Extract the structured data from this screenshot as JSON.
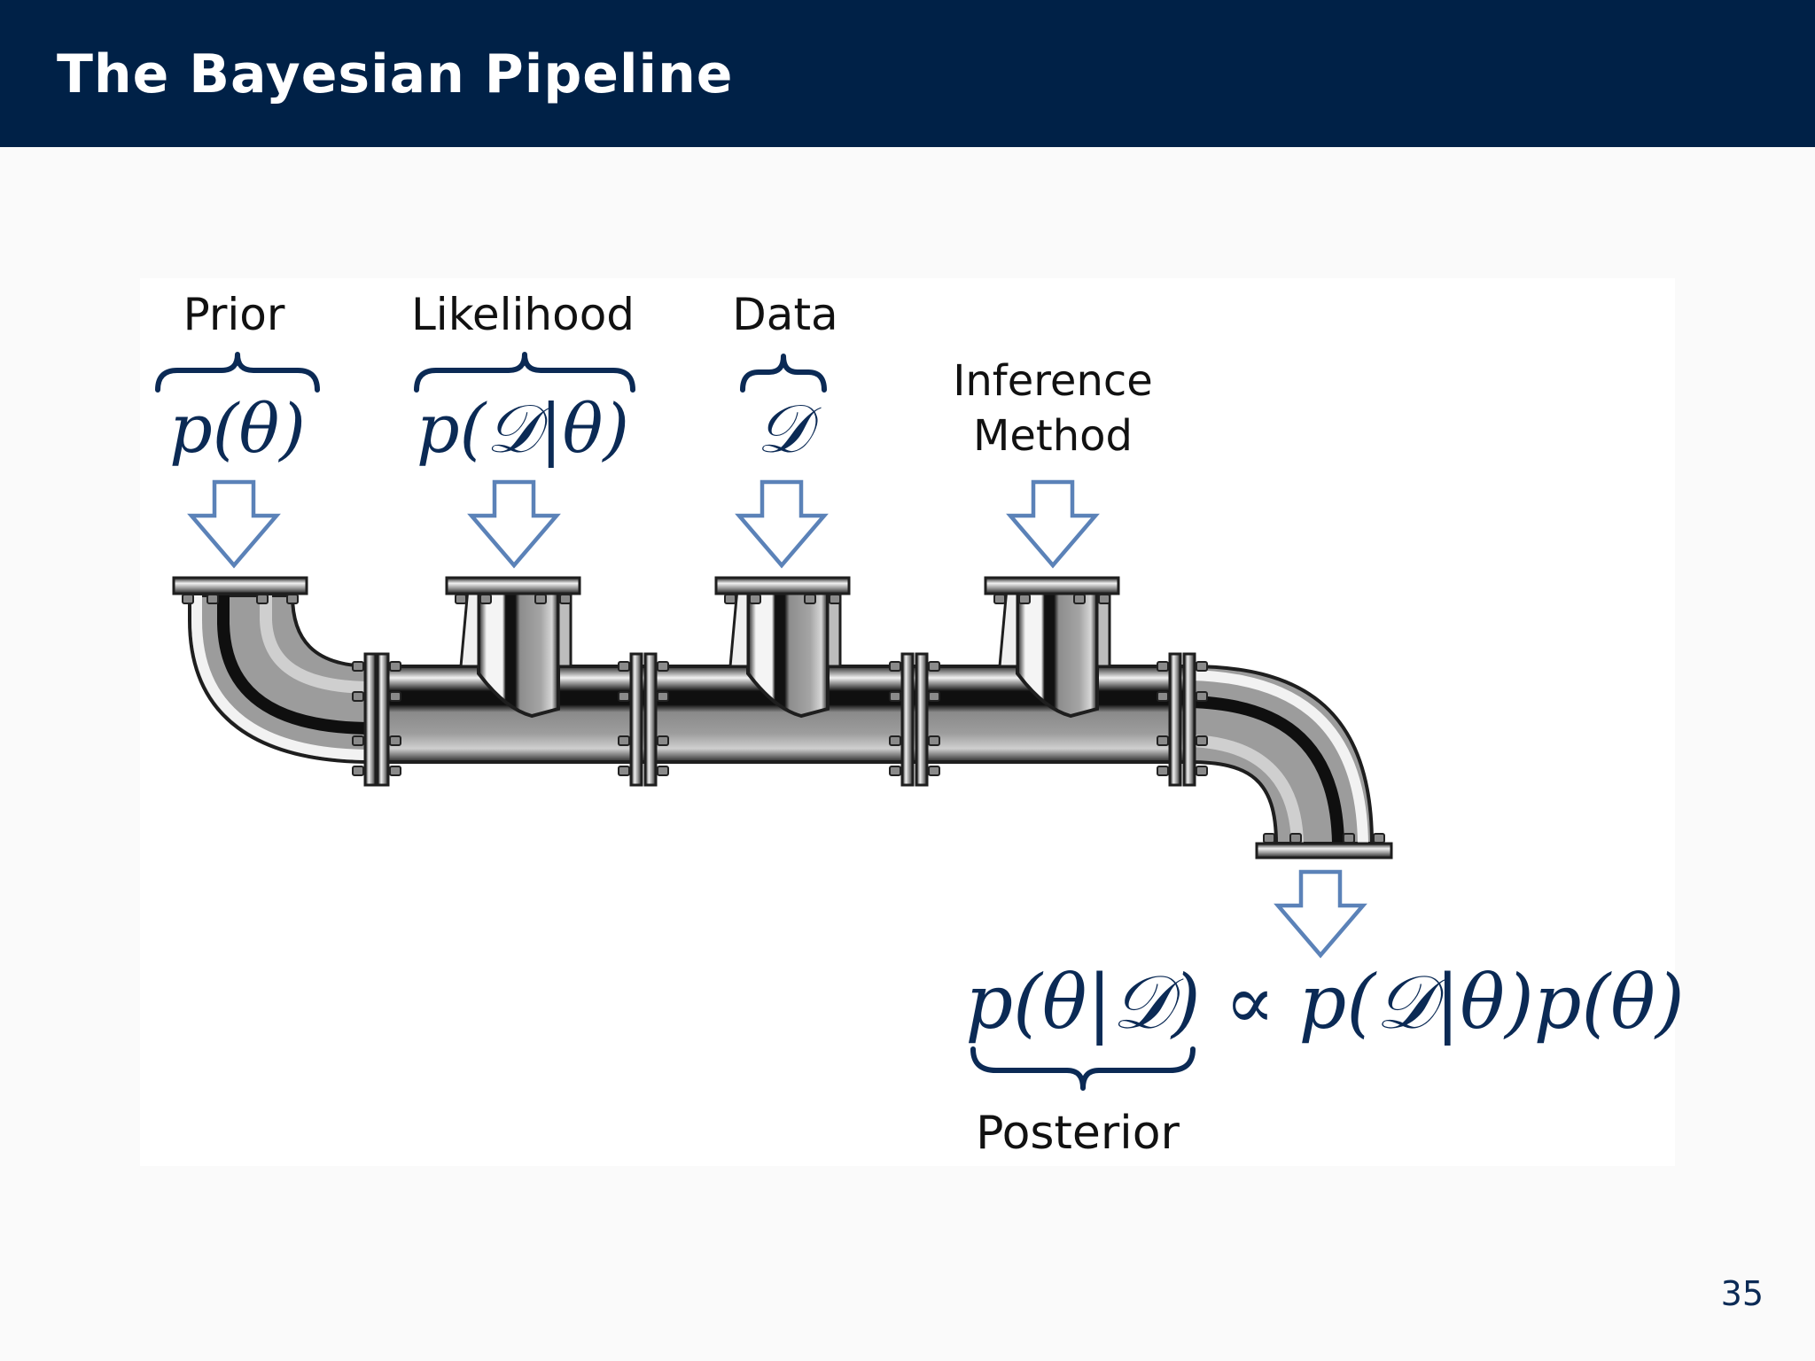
{
  "slide": {
    "title": "The Bayesian Pipeline",
    "page_number": "35"
  },
  "colors": {
    "title_bar": "#002147",
    "title_text": "#ffffff",
    "math_text": "#0b2a55",
    "arrow_stroke": "#5b82b8",
    "brace": "#0b2a55"
  },
  "inputs": [
    {
      "label": "Prior",
      "math": "p(θ)"
    },
    {
      "label": "Likelihood",
      "math": "p(𝒟|θ)"
    },
    {
      "label": "Data",
      "math": "𝒟"
    },
    {
      "label_lines": [
        "Inference",
        "Method"
      ]
    }
  ],
  "output": {
    "equation_posterior": "p(θ|𝒟)",
    "equation_rest": "∝ p(𝒟|θ)p(θ)",
    "label": "Posterior"
  },
  "icons": [
    "down-arrow-icon",
    "curly-brace-icon",
    "pipe-illustration"
  ]
}
